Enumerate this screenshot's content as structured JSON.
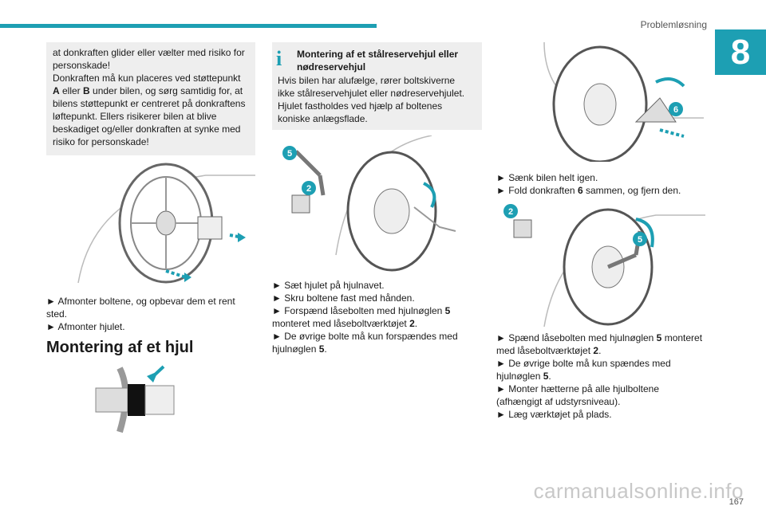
{
  "header": {
    "section": "Problemløsning",
    "chapter": "8",
    "accent": "#1d9fb3"
  },
  "warning": {
    "line1": "at donkraften glider eller vælter med risiko for",
    "line2": "personskade!",
    "line3": "Donkraften må kun placeres ved støttepunkt",
    "line4_a": "A",
    "line4_b": " eller ",
    "line4_c": "B",
    "line4_d": " under bilen, og sørg samtidig for, at",
    "line5": "bilens støttepunkt er centreret på donkraftens",
    "line6": "løftepunkt. Ellers risikerer bilen at blive",
    "line7": "beskadiget og/eller donkraften at synke med",
    "line8": "risiko for personskade!"
  },
  "left_steps": {
    "step1a": "► Afmonter boltene, og opbevar dem et rent",
    "step1b": "sted.",
    "step2": "► Afmonter hjulet."
  },
  "heading": "Montering af et hjul",
  "info": {
    "icon": "info-icon",
    "title1": "Montering af et stålreservehjul eller",
    "title2": "nødreservehjul",
    "body1": "Hvis bilen har alufælge, rører boltskiverne",
    "body2": "ikke stålreservehjulet eller nødreservehjulet.",
    "body3": "Hjulet fastholdes ved hjælp af boltenes",
    "body4": "koniske anlægsflade."
  },
  "middle_steps": {
    "s1": "► Sæt hjulet på hjulnavet.",
    "s2": "► Skru boltene fast med hånden.",
    "s3a": "► Forspænd låsebolten med hjulnøglen ",
    "s3b": "5",
    "s3c": "monteret med låseboltværktøjet ",
    "s3d": "2",
    "s3e": ".",
    "s4a": "► De øvrige bolte må kun forspændes med",
    "s4b": "hjulnøglen ",
    "s4c": "5",
    "s4d": "."
  },
  "right_top_steps": {
    "r1": "► Sænk bilen helt igen.",
    "r2a": "► Fold donkraften ",
    "r2b": "6",
    "r2c": " sammen, og fjern den."
  },
  "right_bottom_steps": {
    "b1a": "► Spænd låsebolten med hjulnøglen ",
    "b1b": "5",
    "b1c": " monteret",
    "b2a": "med låseboltværktøjet ",
    "b2b": "2",
    "b2c": ".",
    "b3a": "► De øvrige bolte må kun spændes med",
    "b3b": "hjulnøglen ",
    "b3c": "5",
    "b3d": ".",
    "b4": "► Monter hætterne på alle hjulboltene",
    "b5": "(afhængigt af udstyrsniveau).",
    "b6": "► Læg værktøjet på plads."
  },
  "callouts": {
    "n5": "5",
    "n2": "2",
    "n6": "6"
  },
  "footer": {
    "page": "167",
    "watermark": "carmanualsonline.info"
  }
}
